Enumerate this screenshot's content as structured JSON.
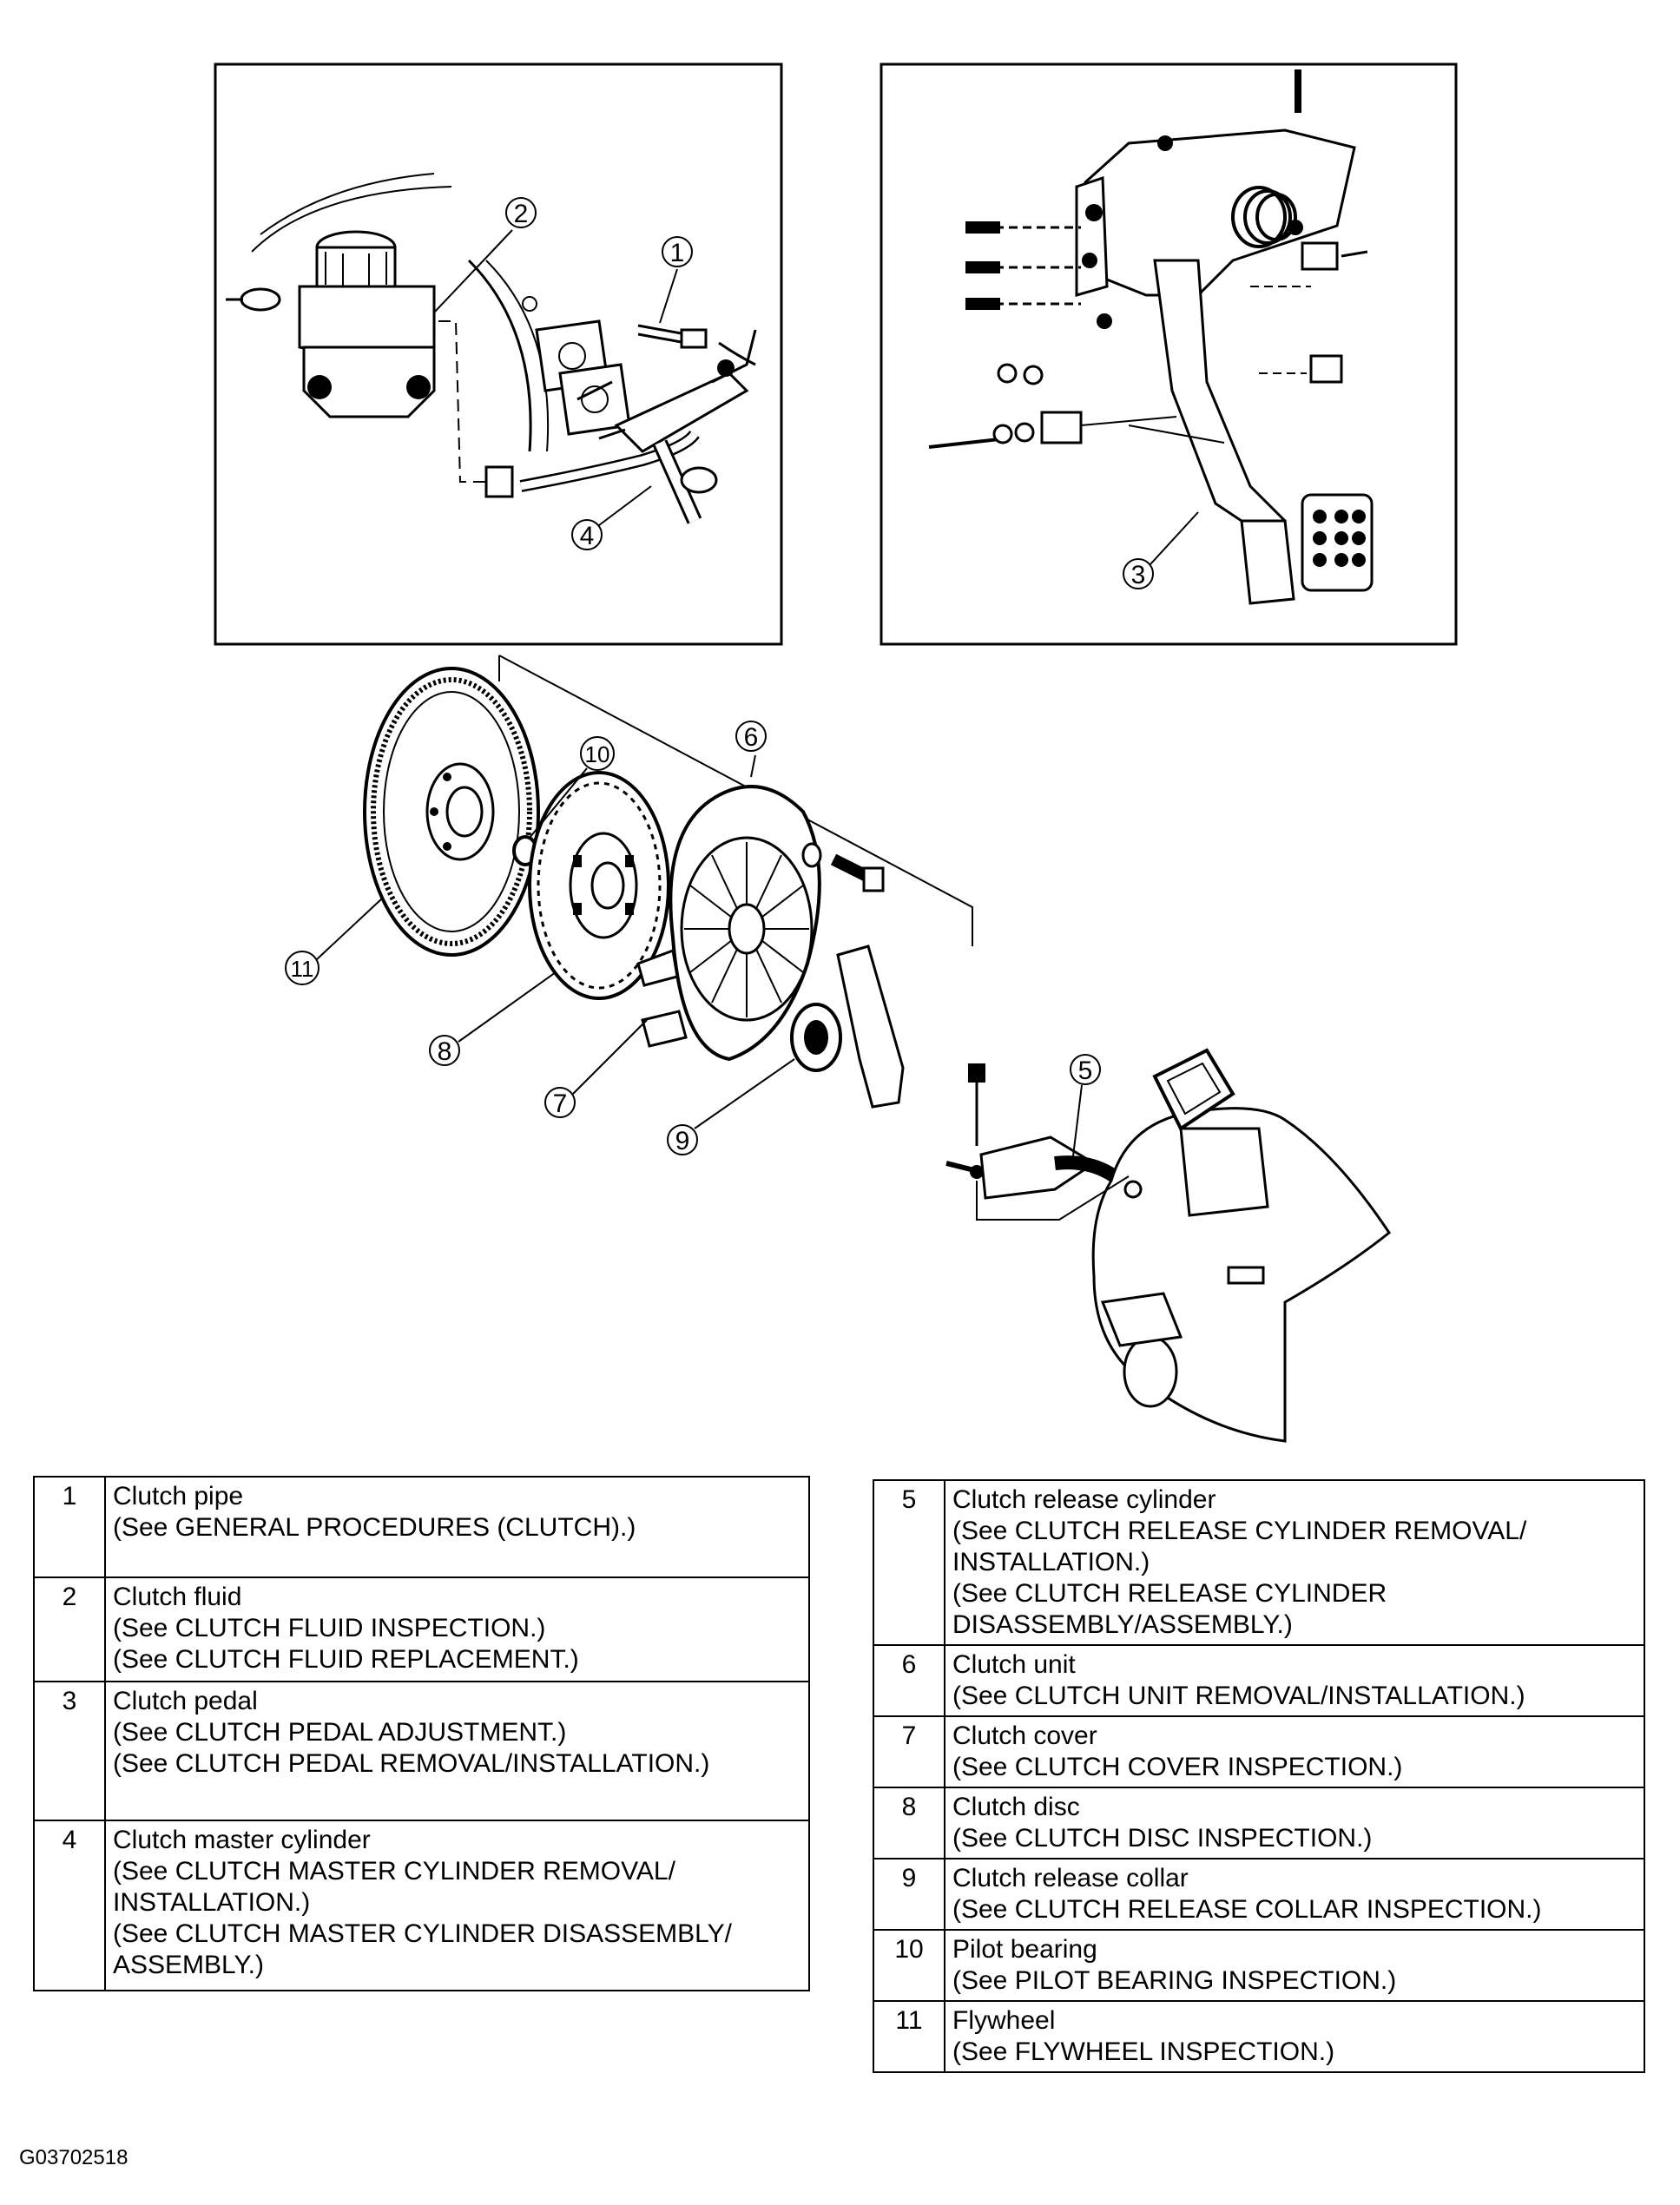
{
  "callouts": {
    "c1": "1",
    "c2": "2",
    "c3": "3",
    "c4": "4",
    "c5": "5",
    "c6": "6",
    "c7": "7",
    "c8": "8",
    "c9": "9",
    "c10": "10",
    "c11": "11"
  },
  "parts_left": [
    {
      "num": "1",
      "lines": [
        "Clutch pipe",
        "(See GENERAL PROCEDURES (CLUTCH).)"
      ]
    },
    {
      "num": "2",
      "lines": [
        "Clutch fluid",
        "(See CLUTCH FLUID INSPECTION.)",
        "(See CLUTCH FLUID REPLACEMENT.)"
      ]
    },
    {
      "num": "3",
      "lines": [
        "Clutch pedal",
        "(See CLUTCH PEDAL ADJUSTMENT.)",
        "(See CLUTCH PEDAL REMOVAL/INSTALLATION.)"
      ]
    },
    {
      "num": "4",
      "lines": [
        "Clutch master cylinder",
        "(See CLUTCH MASTER CYLINDER REMOVAL/",
        "INSTALLATION.)",
        "(See CLUTCH MASTER CYLINDER DISASSEMBLY/",
        "ASSEMBLY.)"
      ]
    }
  ],
  "parts_right": [
    {
      "num": "5",
      "lines": [
        "Clutch release cylinder",
        "(See CLUTCH RELEASE CYLINDER REMOVAL/",
        "INSTALLATION.)",
        "(See CLUTCH RELEASE CYLINDER",
        "DISASSEMBLY/ASSEMBLY.)"
      ]
    },
    {
      "num": "6",
      "lines": [
        "Clutch unit",
        "(See CLUTCH UNIT REMOVAL/INSTALLATION.)"
      ]
    },
    {
      "num": "7",
      "lines": [
        "Clutch cover",
        "(See CLUTCH COVER INSPECTION.)"
      ]
    },
    {
      "num": "8",
      "lines": [
        "Clutch disc",
        "(See CLUTCH DISC INSPECTION.)"
      ]
    },
    {
      "num": "9",
      "lines": [
        "Clutch release collar",
        "(See CLUTCH RELEASE COLLAR INSPECTION.)"
      ]
    },
    {
      "num": "10",
      "lines": [
        "Pilot bearing",
        "(See PILOT BEARING INSPECTION.)"
      ]
    },
    {
      "num": "11",
      "lines": [
        "Flywheel",
        "(See FLYWHEEL INSPECTION.)"
      ]
    }
  ],
  "figure_code": "G03702518"
}
